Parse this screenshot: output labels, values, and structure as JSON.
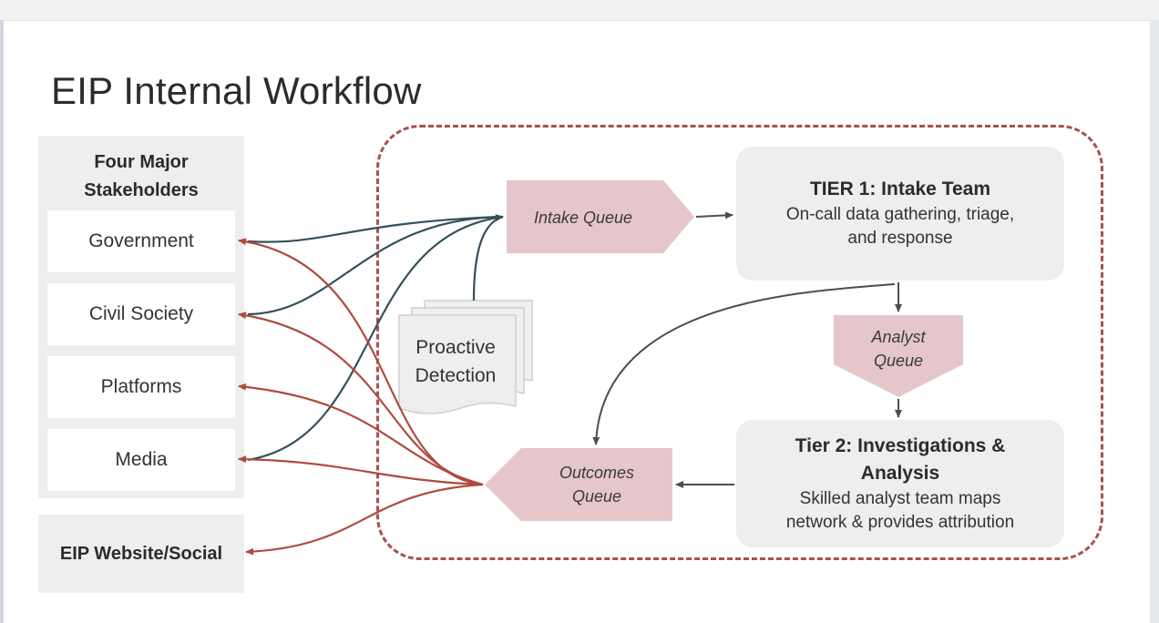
{
  "title": "EIP Internal Workflow",
  "stakeholders": {
    "heading_line1": "Four Major",
    "heading_line2": "Stakeholders",
    "items": [
      "Government",
      "Civil Society",
      "Platforms",
      "Media"
    ]
  },
  "eip_website": "EIP Website/Social",
  "intake_queue": "Intake Queue",
  "proactive_detection": {
    "line1": "Proactive",
    "line2": "Detection"
  },
  "tier1": {
    "title": "TIER 1: Intake Team",
    "desc_line1": "On-call data gathering, triage,",
    "desc_line2": "and response"
  },
  "analyst_queue": {
    "line1": "Analyst",
    "line2": "Queue"
  },
  "tier2": {
    "title_line1": "Tier 2: Investigations &",
    "title_line2": "Analysis",
    "desc_line1": "Skilled analyst team maps",
    "desc_line2": "network & provides attribution"
  },
  "outcomes_queue": {
    "line1": "Outcomes",
    "line2": "Queue"
  },
  "colors": {
    "queue_fill": "#e5c6cb",
    "inbound_arrow": "#34505a",
    "outbound_arrow": "#b04a3e",
    "internal_arrow": "#4d4d4d",
    "dashed_border": "#a95050",
    "panel_fill": "#eeeeee"
  }
}
